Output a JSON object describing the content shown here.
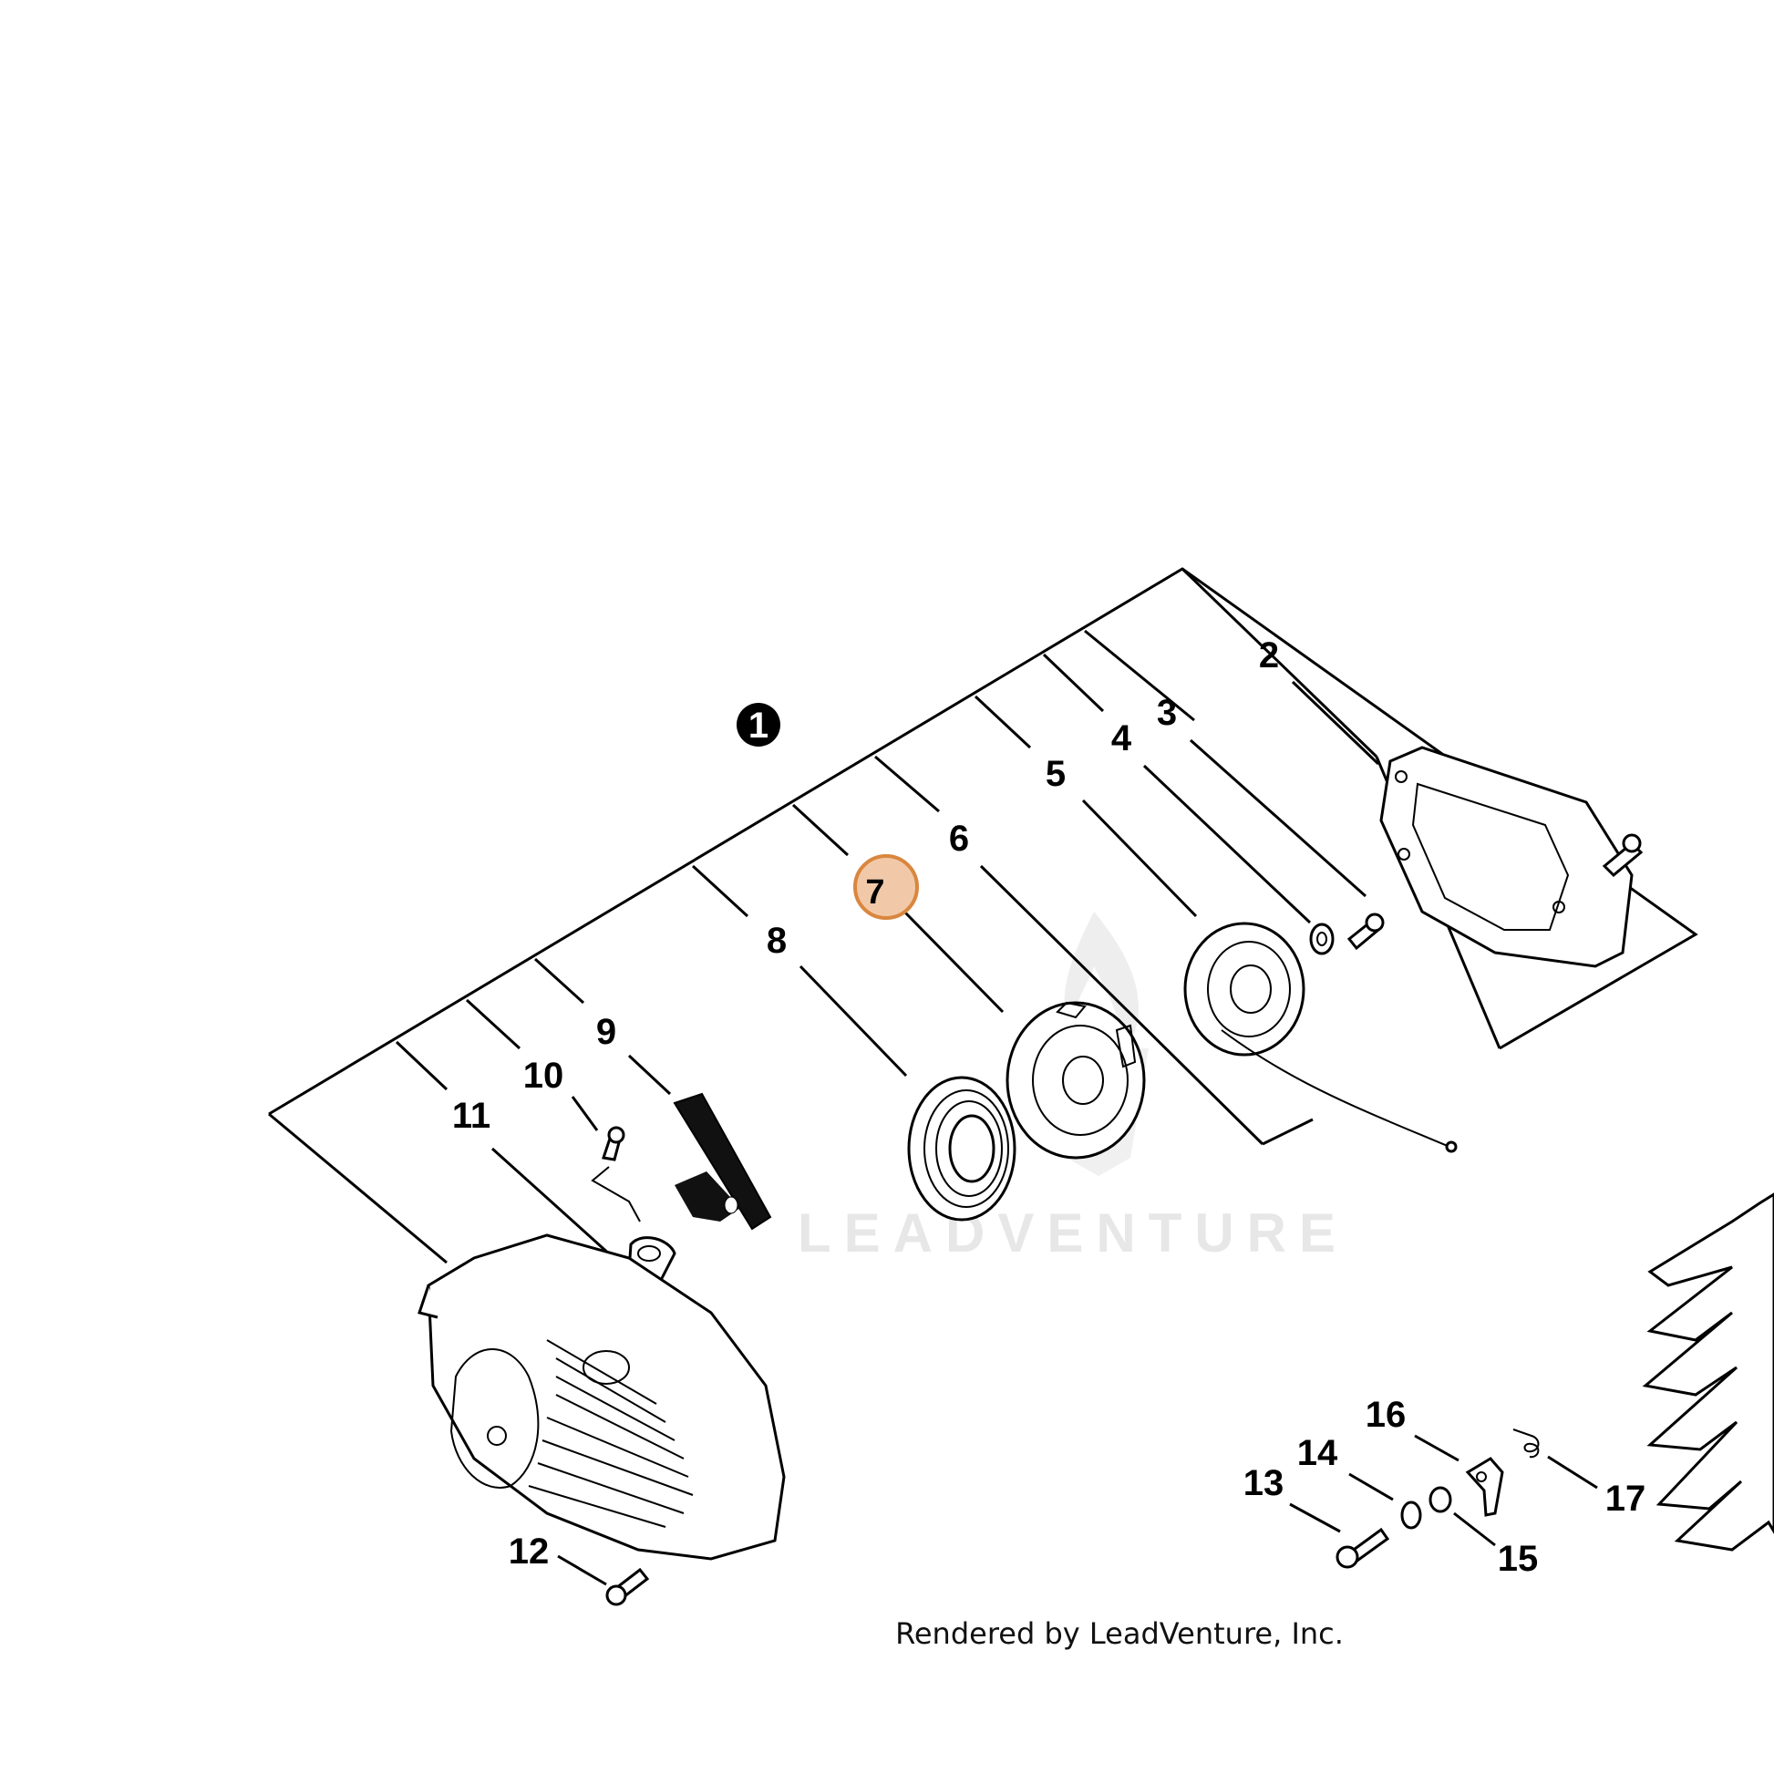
{
  "diagram": {
    "callouts": [
      {
        "id": "1",
        "text": "1",
        "style": "black-circle"
      },
      {
        "id": "2",
        "text": "2"
      },
      {
        "id": "3",
        "text": "3"
      },
      {
        "id": "4",
        "text": "4"
      },
      {
        "id": "5",
        "text": "5"
      },
      {
        "id": "6",
        "text": "6"
      },
      {
        "id": "7",
        "text": "7",
        "style": "highlighted"
      },
      {
        "id": "8",
        "text": "8"
      },
      {
        "id": "9",
        "text": "9"
      },
      {
        "id": "10",
        "text": "10"
      },
      {
        "id": "11",
        "text": "11"
      },
      {
        "id": "12",
        "text": "12"
      },
      {
        "id": "13",
        "text": "13"
      },
      {
        "id": "14",
        "text": "14"
      },
      {
        "id": "15",
        "text": "15"
      },
      {
        "id": "16",
        "text": "16"
      },
      {
        "id": "17",
        "text": "17"
      }
    ],
    "highlight_color": "#f2c9a8",
    "highlight_border": "#d9873f",
    "watermark": "LEADVENTURE",
    "credit": "Rendered by LeadVenture, Inc."
  }
}
